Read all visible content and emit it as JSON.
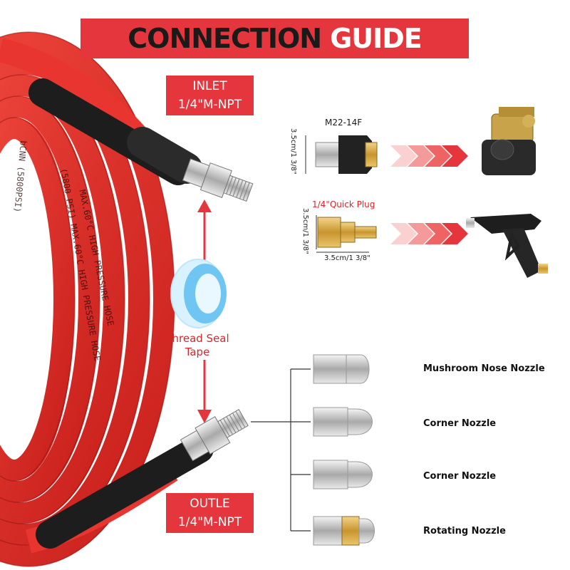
{
  "header": {
    "title_part1": "CONNECTION",
    "title_part2": "GUIDE"
  },
  "inlet": {
    "line1": "INLET",
    "line2": "1/4\"M-NPT"
  },
  "outlet": {
    "line1": "OUTLE",
    "line2": "1/4\"M-NPT"
  },
  "tape": {
    "line1": "Thread Seal",
    "line2": "Tape"
  },
  "connectors": [
    {
      "name": "M22-14F",
      "dim_vertical": "3.5cm/1 3/8\""
    },
    {
      "name": "1/4\"Quick Plug",
      "dim_vertical": "3.5cm/1 3/8\"",
      "dim_horizontal": "3.5cm/1 3/8\""
    }
  ],
  "nozzles": [
    {
      "label": "Mushroom Nose Nozzle"
    },
    {
      "label": "Corner Nozzle"
    },
    {
      "label": "Corner Nozzle"
    },
    {
      "label": "Rotating Nozzle"
    }
  ],
  "hose_print": {
    "line1": "MAX.60°C HIGH PRESSURE HOSE",
    "line2": "(5800 PSI) MAX.60°C HIGH PRESSURE HOSE",
    "line3": "bCNN (5800PSI)"
  },
  "colors": {
    "accent_red": "#e4363c",
    "hose_red": "#e8352f",
    "arrow_light": "#f6b3b3",
    "arrow_dark": "#e4363c"
  }
}
